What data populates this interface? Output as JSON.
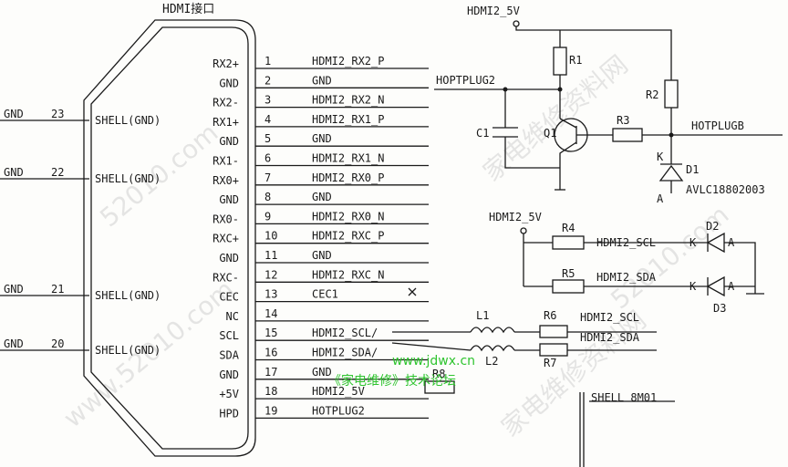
{
  "connector": {
    "title": "HDMI接口",
    "pins": [
      {
        "label": "RX2+",
        "num": "1",
        "net": "HDMI2_RX2_P"
      },
      {
        "label": "GND",
        "num": "2",
        "net": "GND"
      },
      {
        "label": "RX2-",
        "num": "3",
        "net": "HDMI2_RX2_N"
      },
      {
        "label": "RX1+",
        "num": "4",
        "net": "HDMI2_RX1_P"
      },
      {
        "label": "GND",
        "num": "5",
        "net": "GND"
      },
      {
        "label": "RX1-",
        "num": "6",
        "net": "HDMI2_RX1_N"
      },
      {
        "label": "RX0+",
        "num": "7",
        "net": "HDMI2_RX0_P"
      },
      {
        "label": "GND",
        "num": "8",
        "net": "GND"
      },
      {
        "label": "RX0-",
        "num": "9",
        "net": "HDMI2_RX0_N"
      },
      {
        "label": "RXC+",
        "num": "10",
        "net": "HDMI2_RXC_P"
      },
      {
        "label": "GND",
        "num": "11",
        "net": "GND"
      },
      {
        "label": "RXC-",
        "num": "12",
        "net": "HDMI2_RXC_N"
      },
      {
        "label": "CEC",
        "num": "13",
        "net": "CEC1"
      },
      {
        "label": "NC",
        "num": "14",
        "net": ""
      },
      {
        "label": "SCL",
        "num": "15",
        "net": "HDMI2_SCL/"
      },
      {
        "label": "SDA",
        "num": "16",
        "net": "HDMI2_SDA/"
      },
      {
        "label": "GND",
        "num": "17",
        "net": "GND"
      },
      {
        "label": "+5V",
        "num": "18",
        "net": "HDMI2_5V"
      },
      {
        "label": "HPD",
        "num": "19",
        "net": "HOTPLUG2"
      }
    ],
    "shells": [
      {
        "gnd": "GND",
        "num": "23",
        "label": "SHELL(GND)"
      },
      {
        "gnd": "GND",
        "num": "22",
        "label": "SHELL(GND)"
      },
      {
        "gnd": "GND",
        "num": "21",
        "label": "SHELL(GND)"
      },
      {
        "gnd": "GND",
        "num": "20",
        "label": "SHELL(GND)"
      }
    ]
  },
  "circuit": {
    "hdmi2_5v_top": "HDMI2_5V",
    "r1": "R1",
    "r2": "R2",
    "r3": "R3",
    "hoptplug2": "HOPTPLUG2",
    "c1": "C1",
    "q1": "Q1",
    "hotplugb": "HOTPLUGB",
    "k": "K",
    "a": "A",
    "d1": "D1",
    "d1_part": "AVLC18802003",
    "hdmi2_5v_mid": "HDMI2_5V",
    "r4": "R4",
    "r5": "R5",
    "scl": "HDMI2_SCL",
    "sda": "HDMI2_SDA",
    "d2": "D2",
    "d3": "D3",
    "l1": "L1",
    "l2": "L2",
    "r6": "R6",
    "r7": "R7",
    "r8": "R8",
    "scl2": "HDMI2_SCL",
    "sda2": "HDMI2_SDA",
    "shell_bottom": "SHELL 8M01"
  },
  "overlay": {
    "url": "www.jdwx.cn",
    "forum": "《家电维修》技术论坛"
  },
  "watermark": [
    "家电维修资料网",
    "www.52010.com",
    "52010.com"
  ]
}
